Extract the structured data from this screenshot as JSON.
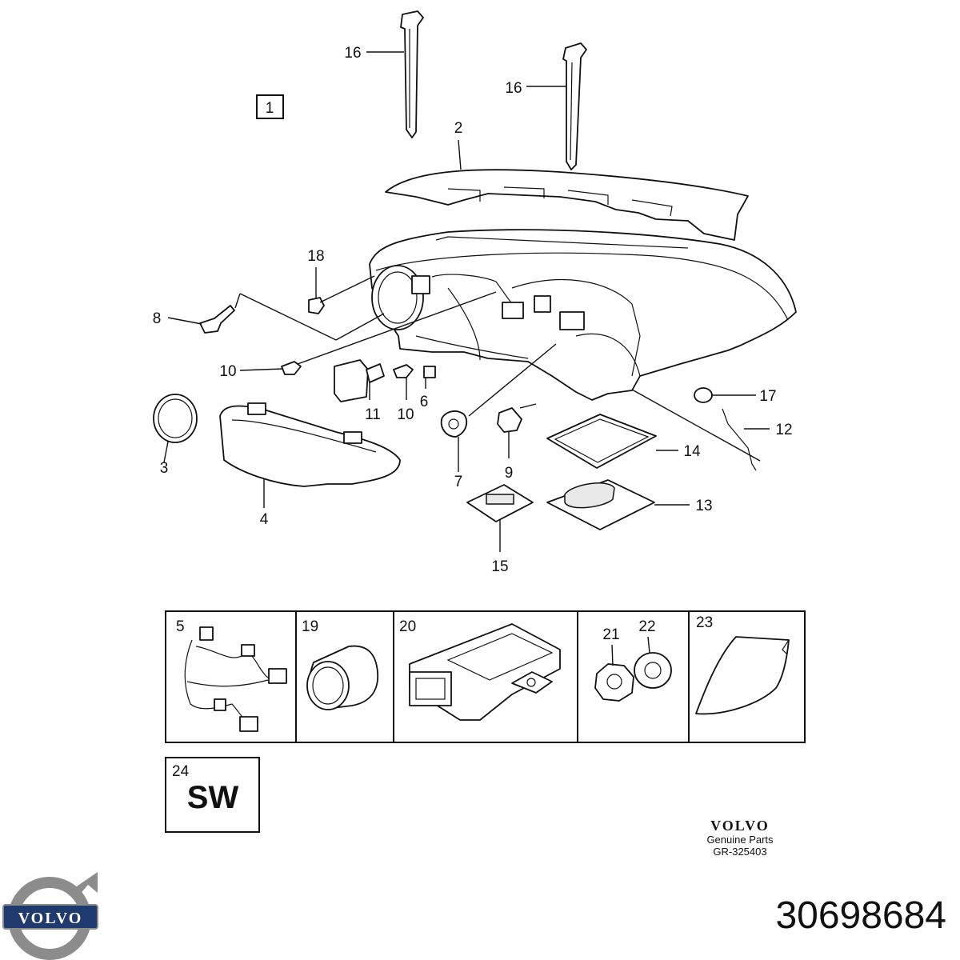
{
  "diagram": {
    "section_box_label": "1",
    "callouts": [
      "16",
      "16",
      "2",
      "18",
      "8",
      "10",
      "11",
      "10",
      "6",
      "7",
      "9",
      "17",
      "12",
      "14",
      "13",
      "15",
      "3",
      "4"
    ],
    "table_cells": [
      "5",
      "19",
      "20",
      "21",
      "22",
      "23"
    ],
    "cell_24_number": "24",
    "cell_24_text": "SW"
  },
  "footer": {
    "brand": "VOLVO",
    "genuine": "Genuine Parts",
    "ref": "GR-325403"
  },
  "logo": {
    "text": "VOLVO",
    "colors": {
      "ring": "#8c8c8c",
      "badge": "#1e3a6e"
    }
  },
  "part_number": "30698684"
}
